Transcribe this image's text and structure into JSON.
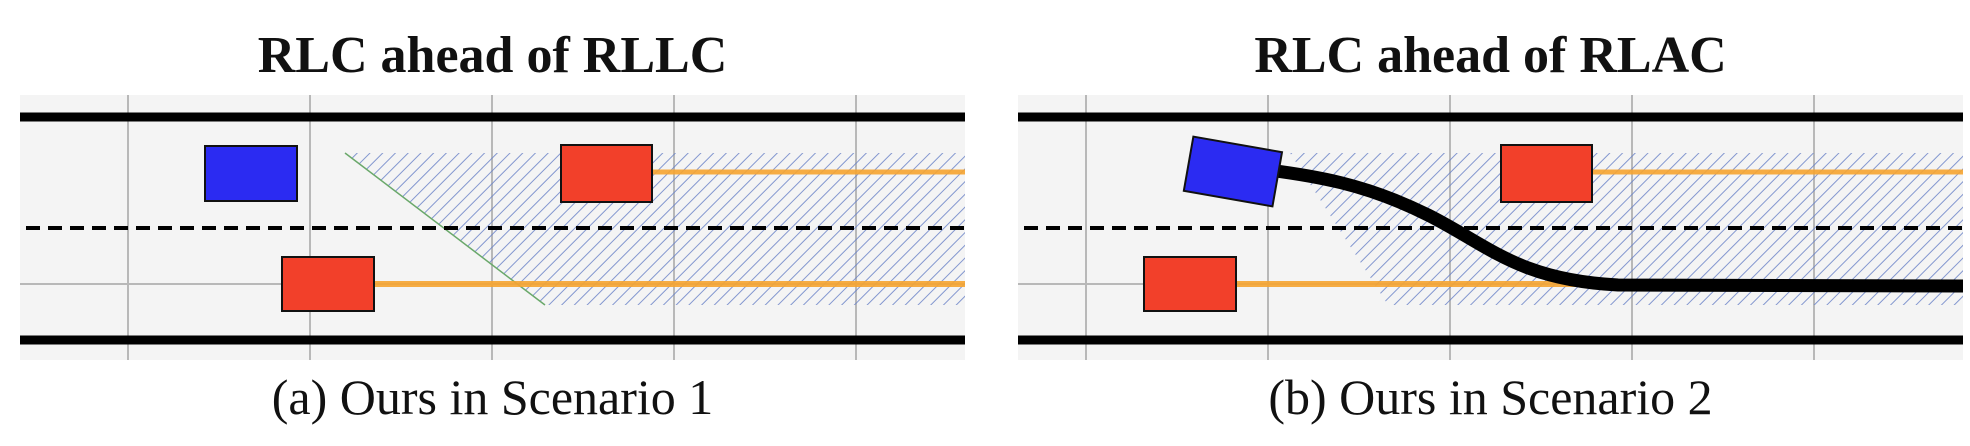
{
  "panels": [
    {
      "title": "RLC ahead of RLLC",
      "caption": "(a) Ours in Scenario 1"
    },
    {
      "title": "RLC ahead of RLAC",
      "caption": "(b) Ours in Scenario 2"
    }
  ],
  "colors": {
    "ego_vehicle": "#2b2bf2",
    "other_vehicle": "#f2402a",
    "planned_path": "#f7a530",
    "hatch": "#6f86c9",
    "trajectory": "#000000"
  }
}
